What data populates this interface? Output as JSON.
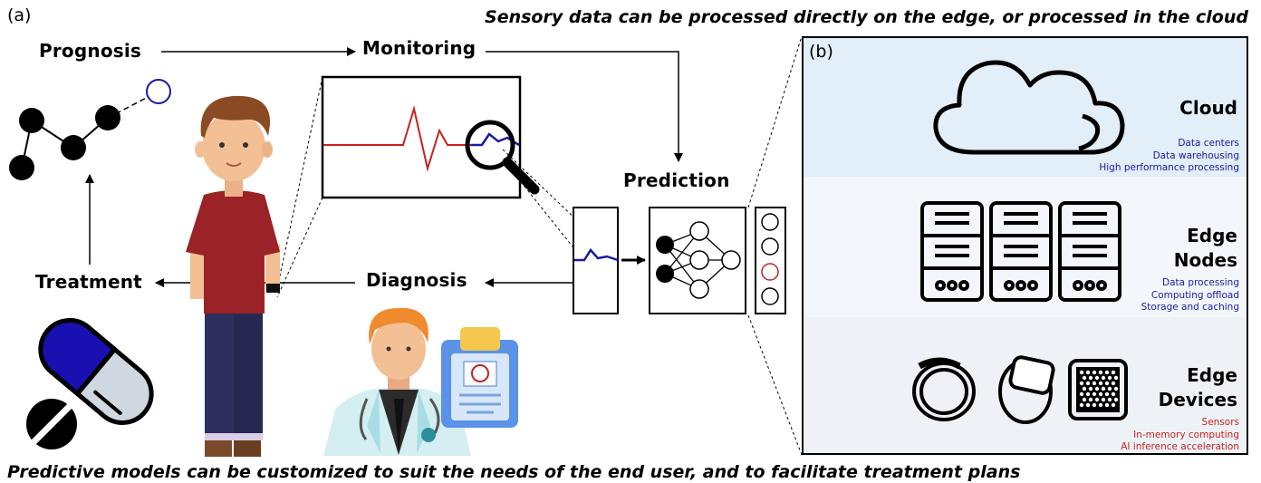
{
  "panel_a": {
    "label": "(a)",
    "stages": {
      "prognosis": "Prognosis",
      "monitoring": "Monitoring",
      "prediction": "Prediction",
      "diagnosis": "Diagnosis",
      "treatment": "Treatment"
    }
  },
  "panel_b": {
    "label": "(b)",
    "tiers": [
      {
        "title": "Cloud",
        "lines": [
          "Data centers",
          "Data warehousing",
          "High performance processing"
        ],
        "color": "#1a1aa6",
        "band_color": "#e2eef8"
      },
      {
        "title_line1": "Edge",
        "title_line2": "Nodes",
        "lines": [
          "Data processing",
          "Computing offload",
          "Storage and caching"
        ],
        "color": "#1a1aa6",
        "band_color": "#f3f7fb"
      },
      {
        "title_line1": "Edge",
        "title_line2": "Devices",
        "lines": [
          "Sensors",
          "In-memory computing",
          "AI inference acceleration"
        ],
        "color": "#c4231f",
        "band_color": "#eef2f6"
      }
    ]
  },
  "captions": {
    "top": "Sensory data can be processed directly on the edge, or processed in the cloud",
    "bottom": "Predictive models can be customized to suit the needs of the end user, and to facilitate treatment plans"
  },
  "colors": {
    "signal_red": "#c4231f",
    "signal_blue": "#1a1aa6",
    "shirt": "#9b2226",
    "pants": "#2d2f5e",
    "pill_blue": "#1a0fb0"
  }
}
